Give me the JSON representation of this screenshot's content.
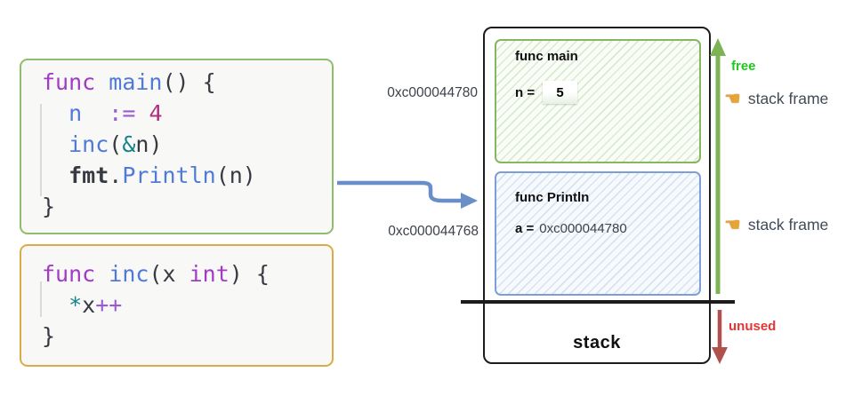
{
  "code_blocks": {
    "main": {
      "lines": [
        [
          {
            "t": "func",
            "c": "kw"
          },
          {
            "t": " "
          },
          {
            "t": "main",
            "c": "fn"
          },
          {
            "t": "() {"
          }
        ],
        [
          {
            "t": "  "
          },
          {
            "t": "n",
            "c": "fn"
          },
          {
            "t": "  "
          },
          {
            "t": ":=",
            "c": "op"
          },
          {
            "t": " "
          },
          {
            "t": "4",
            "c": "num"
          }
        ],
        [
          {
            "t": "  "
          },
          {
            "t": "inc",
            "c": "fn"
          },
          {
            "t": "("
          },
          {
            "t": "&",
            "c": "amp"
          },
          {
            "t": "n)"
          }
        ],
        [
          {
            "t": "  "
          },
          {
            "t": "fmt",
            "c": "pkg"
          },
          {
            "t": "."
          },
          {
            "t": "Println",
            "c": "fn"
          },
          {
            "t": "(n)"
          }
        ],
        [
          {
            "t": "}"
          }
        ]
      ]
    },
    "inc": {
      "lines": [
        [
          {
            "t": "func",
            "c": "kw"
          },
          {
            "t": " "
          },
          {
            "t": "inc",
            "c": "fn"
          },
          {
            "t": "(x "
          },
          {
            "t": "int",
            "c": "kw"
          },
          {
            "t": ") {"
          }
        ],
        [
          {
            "t": "  "
          },
          {
            "t": "*",
            "c": "amp"
          },
          {
            "t": "x"
          },
          {
            "t": "++",
            "c": "op"
          }
        ],
        [
          {
            "t": "}"
          }
        ]
      ]
    }
  },
  "stack_panel": {
    "address_top": "0xc000044780",
    "address_bottom": "0xc000044768",
    "stack_label": "stack",
    "frames": {
      "main": {
        "title": "func main",
        "var": "n =",
        "value": "5"
      },
      "println": {
        "title": "func Println",
        "var": "a =",
        "value": "0xc000044780"
      }
    },
    "labels": {
      "free": "free",
      "unused": "unused",
      "stack_frame_1": "stack frame",
      "stack_frame_2": "stack frame"
    },
    "icons": {
      "hand": "☚"
    }
  },
  "colors": {
    "code_block_main_border": "#8fbd6e",
    "code_block_inc_border": "#dcab48",
    "frame_green_border": "#86b760",
    "frame_blue_border": "#7d9ed6",
    "free_green": "#1ec81e",
    "unused_red": "#e53434",
    "arrow_green": "#7cb454",
    "arrow_red": "#b1514e",
    "arrow_blue": "#6a8ec8",
    "syntax_keyword": "#a23ac6",
    "syntax_function": "#4f7ad8",
    "syntax_operator": "#9b5ad1",
    "syntax_number": "#b02f80",
    "syntax_pointer": "#15828d"
  }
}
